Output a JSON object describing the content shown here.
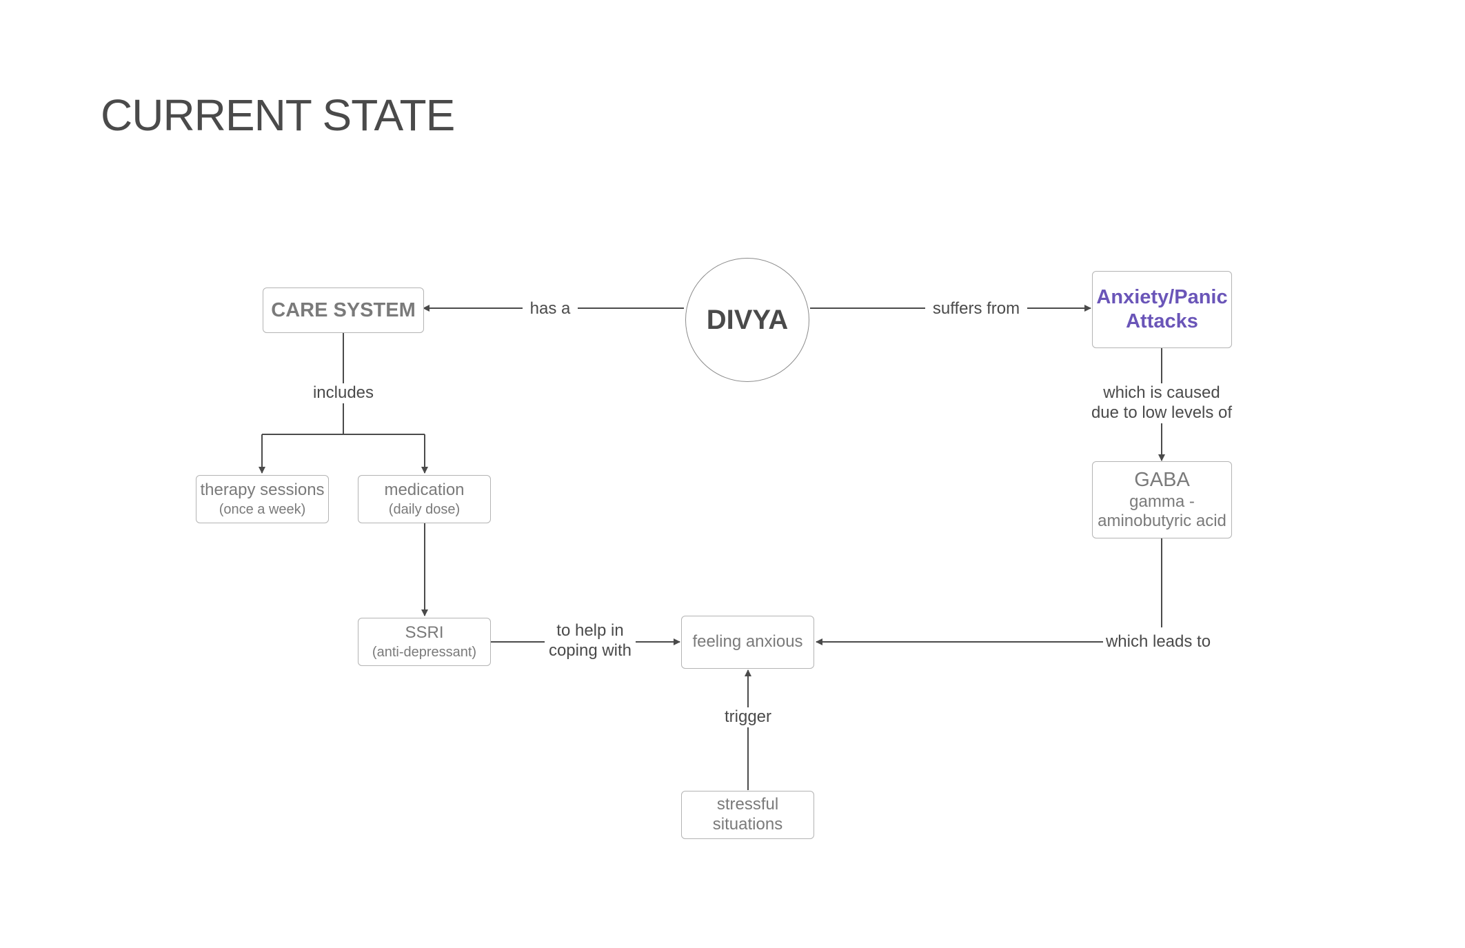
{
  "title": "CURRENT STATE",
  "colors": {
    "accent": "#6a55b8",
    "line": "#4a4a4a",
    "border": "#b3b3b3"
  },
  "nodes": {
    "divya": "DIVYA",
    "care_system": "CARE SYSTEM",
    "anxiety": {
      "line1": "Anxiety/Panic",
      "line2": "Attacks"
    },
    "therapy": {
      "main": "therapy sessions",
      "sub": "(once a week)"
    },
    "medication": {
      "main": "medication",
      "sub": "(daily dose)"
    },
    "gaba": {
      "main": "GABA",
      "sub1": "gamma -",
      "sub2": "aminobutyric acid"
    },
    "ssri": {
      "main": "SSRI",
      "sub": "(anti-depressant)"
    },
    "feeling_anxious": "feeling anxious",
    "stressful": {
      "line1": "stressful",
      "line2": "situations"
    }
  },
  "edges": {
    "has_a": "has a",
    "suffers_from": "suffers from",
    "includes": "includes",
    "caused": {
      "line1": "which is caused",
      "line2": "due to low levels of"
    },
    "help": {
      "line1": "to help in",
      "line2": "coping with"
    },
    "leads_to": "which leads to",
    "trigger": "trigger"
  }
}
